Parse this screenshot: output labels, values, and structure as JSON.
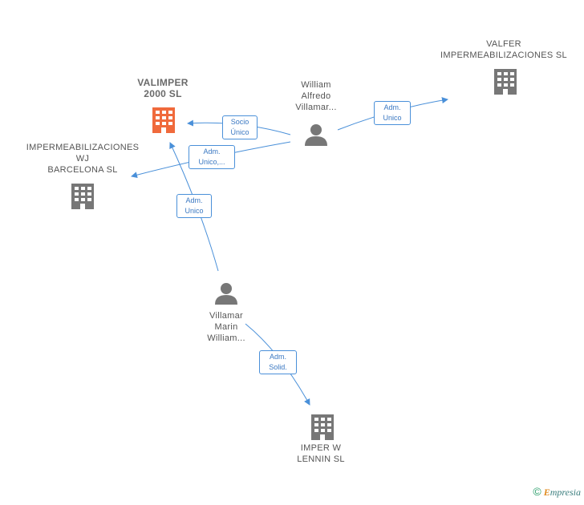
{
  "nodes": {
    "valimper": {
      "lines": [
        "VALIMPER",
        "2000 SL"
      ],
      "color": "#f06a3c"
    },
    "valfer": {
      "lines": [
        "VALFER",
        "IMPERMEABILIZACIONES SL"
      ],
      "color": "#777777"
    },
    "impermeabilizaciones": {
      "lines": [
        "IMPERMEABILIZACIONES",
        "WJ",
        "BARCELONA SL"
      ],
      "color": "#777777"
    },
    "imperw": {
      "lines": [
        "IMPER W",
        "LENNIN SL"
      ],
      "color": "#777777"
    },
    "william": {
      "lines": [
        "William",
        "Alfredo",
        "Villamar..."
      ],
      "color": "#777777"
    },
    "villamar": {
      "lines": [
        "Villamar",
        "Marin",
        "William..."
      ],
      "color": "#777777"
    }
  },
  "edges": {
    "socio": {
      "lines": [
        "Socio",
        "Único"
      ]
    },
    "adm_unico_valfer": {
      "lines": [
        "Adm.",
        "Unico"
      ]
    },
    "adm_unico_multi": {
      "lines": [
        "Adm.",
        "Unico,..."
      ]
    },
    "adm_unico_valimper": {
      "lines": [
        "Adm.",
        "Unico"
      ]
    },
    "adm_solid": {
      "lines": [
        "Adm.",
        "Solid."
      ]
    }
  },
  "colors": {
    "edge": "#4a90d9",
    "company": "#777777",
    "highlight": "#f06a3c",
    "person": "#777777"
  },
  "footer": {
    "copyright": "©",
    "brand_initial": "E",
    "brand_rest": "mpresia"
  }
}
